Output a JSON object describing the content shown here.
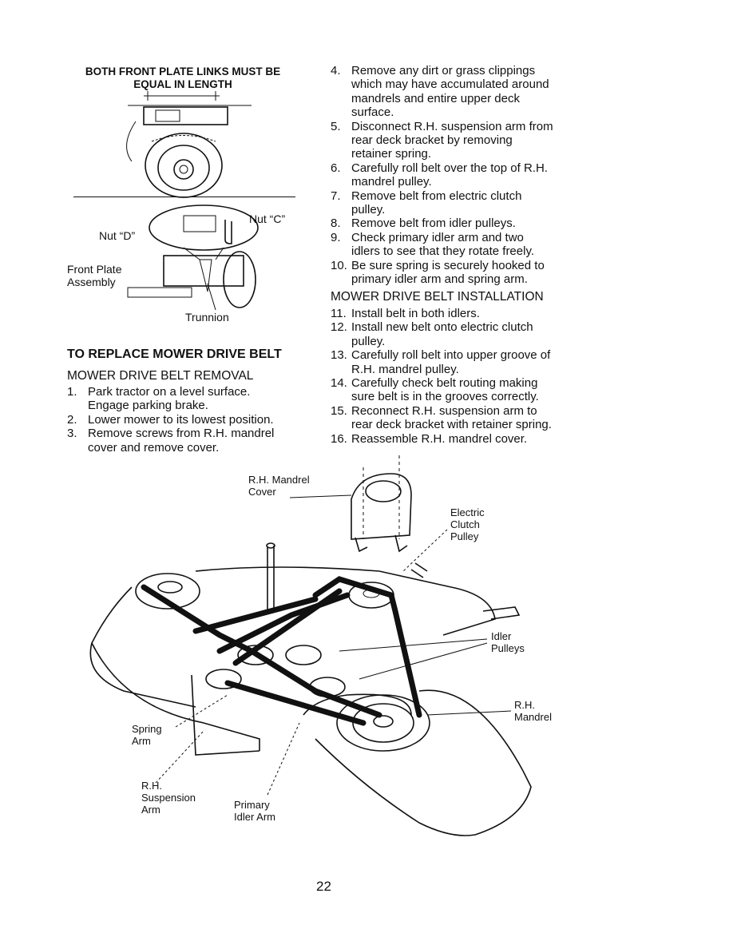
{
  "top_figure": {
    "caption_line1": "BOTH FRONT PLATE LINKS MUST BE",
    "caption_line2": "EQUAL IN LENGTH",
    "labels": {
      "nut_c": "Nut “C”",
      "nut_d": "Nut “D”",
      "front_plate_1": "Front Plate",
      "front_plate_2": "Assembly",
      "trunnion": "Trunnion"
    }
  },
  "left_column": {
    "heading": "TO REPLACE MOWER DRIVE BELT",
    "subheading": "MOWER DRIVE BELT REMOVAL",
    "steps": [
      {
        "num": "1.",
        "lines": [
          "Park tractor on a level surface.",
          "Engage parking brake."
        ]
      },
      {
        "num": "2.",
        "lines": [
          "Lower mower to its lowest position."
        ]
      },
      {
        "num": "3.",
        "lines": [
          "Remove screws from R.H. mandrel",
          "cover and remove cover."
        ]
      }
    ]
  },
  "right_column": {
    "removal_steps": [
      {
        "num": "4.",
        "lines": [
          "Remove any dirt or grass clippings",
          "which may have accumulated around",
          "mandrels and entire upper deck",
          "surface."
        ]
      },
      {
        "num": "5.",
        "lines": [
          "Disconnect R.H. suspension arm from",
          "rear deck bracket by removing",
          "retainer spring."
        ]
      },
      {
        "num": "6.",
        "lines": [
          "Carefully roll belt over the top of R.H.",
          "mandrel pulley."
        ]
      },
      {
        "num": "7.",
        "lines": [
          "Remove belt from electric clutch",
          "pulley."
        ]
      },
      {
        "num": "8.",
        "lines": [
          "Remove belt from idler pulleys."
        ]
      },
      {
        "num": "9.",
        "lines": [
          "Check primary idler arm and two",
          "idlers to see that they rotate freely."
        ]
      },
      {
        "num": "10.",
        "lines": [
          "Be sure spring is securely hooked to",
          "primary idler arm and spring arm."
        ]
      }
    ],
    "install_heading": "MOWER DRIVE BELT INSTALLATION",
    "install_steps": [
      {
        "num": "11.",
        "lines": [
          "Install belt in both idlers."
        ]
      },
      {
        "num": "12.",
        "lines": [
          "Install new belt onto electric clutch",
          "pulley."
        ]
      },
      {
        "num": "13.",
        "lines": [
          "Carefully roll belt into upper groove of",
          "R.H. mandrel pulley."
        ]
      },
      {
        "num": "14.",
        "lines": [
          "Carefully check belt routing making",
          "sure belt is in the grooves correctly."
        ]
      },
      {
        "num": "15.",
        "lines": [
          "Reconnect R.H. suspension arm to",
          "rear deck bracket with retainer spring."
        ]
      },
      {
        "num": "16.",
        "lines": [
          "Reassemble R.H. mandrel cover."
        ]
      }
    ]
  },
  "deck_figure": {
    "labels": {
      "rh_mandrel_cover_1": "R.H. Mandrel",
      "rh_mandrel_cover_2": "Cover",
      "electric_clutch_1": "Electric",
      "electric_clutch_2": "Clutch",
      "electric_clutch_3": "Pulley",
      "idler_pulleys_1": "Idler",
      "idler_pulleys_2": "Pulleys",
      "rh_mandrel_1": "R.H.",
      "rh_mandrel_2": "Mandrel",
      "spring_arm_1": "Spring",
      "spring_arm_2": "Arm",
      "rh_suspension_1": "R.H.",
      "rh_suspension_2": "Suspension",
      "rh_suspension_3": "Arm",
      "primary_idler_1": "Primary",
      "primary_idler_2": "Idler Arm"
    }
  },
  "page_number": "22"
}
